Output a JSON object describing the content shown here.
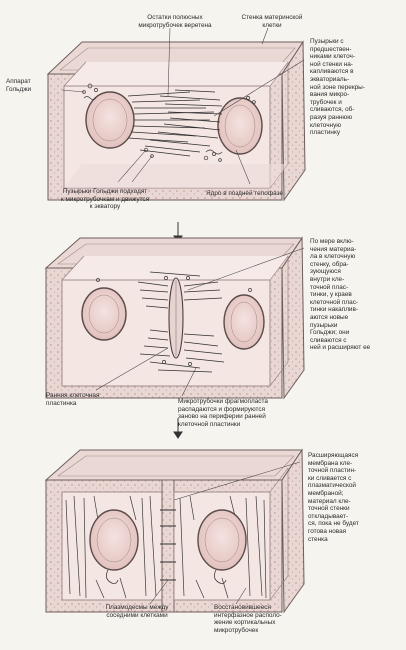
{
  "stage1": {
    "spindle_remnants": "Остатки полюсных\nмикротрубочек веретена",
    "cell_wall": "Стенка материнской\nклетки",
    "golgi_apparatus": "Аппарат\nГольджи",
    "vesicles_note": "Пузырьки с\nпредшествен-\nниками клеточ-\nной стенки на-\nкапливаются в\nэкваториаль-\nной зоне перекры-\nвания микро-\nтрубочек и\nсливаются, об-\nразуя раннюю\nклеточную\nпластинку",
    "golgi_vesicles": "Пузырьки Гольджи подходят\nк микротрубочкам и движутся\nк экватору",
    "telophase_nucleus": "Ядро в поздней телофазе"
  },
  "stage2": {
    "growth_note": "По мере вклю-\nчения материа-\nла в клеточную\nстенку, обра-\nзующуюся\nвнутри кле-\nточной плас-\nтинки, у краев\nклеточной плас-\nтинки накаплив-\nаются новые\nпузырьки\nГольджи; они\nсливаются с\nней  и расширяют ее",
    "early_plate": "Ранняя клеточная\nпластинка",
    "phragmoplast_note": "Микротрубочки фрагмопласта\nраспадаются и формируются\nзаново на периферии ранней\nклеточной пластинки"
  },
  "stage3": {
    "membrane_note": "Расширяющаяся\nмембрана кле-\nточной пластин-\nки сливается с\nплазматической\nмембраной;\nматериал кле-\nточной стенки\nоткладывает-\nся, пока не будет\nготова новая\nстенка",
    "plasmodesmata": "Плазмодесмы между\nсоседними клетками",
    "cortical_mt": "Восстановившееся\nинтерфазное располо-\nжение кортикальных\nмикротрубочек"
  }
}
